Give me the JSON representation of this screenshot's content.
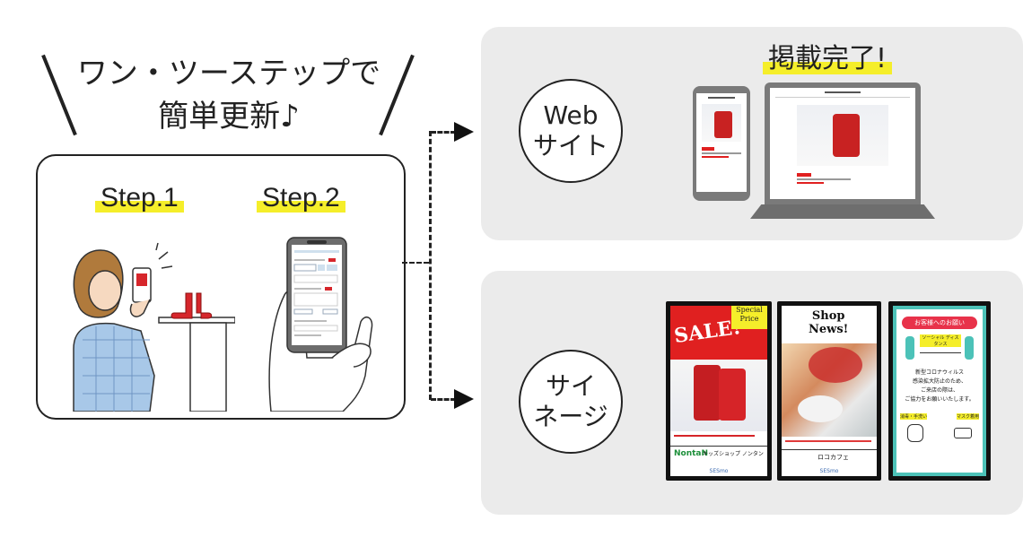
{
  "catchphrase": {
    "line1": "ワン・ツーステップで",
    "line2": "簡単更新♪"
  },
  "steps": [
    {
      "label": "Step.1"
    },
    {
      "label": "Step.2"
    }
  ],
  "web": {
    "done_label": "掲載完了!",
    "circle_line1": "Web",
    "circle_line2": "サイト"
  },
  "signage": {
    "circle_line1": "サイ",
    "circle_line2": "ネージ",
    "sign1": {
      "badge": "SALE!",
      "special": "Special Price",
      "shop": "キッズショップ ノンタン",
      "logo": "NontaN"
    },
    "sign2": {
      "title_line1": "Shop",
      "title_line2": "News!",
      "shop": "ロコカフェ"
    },
    "sign3": {
      "header": "お客様へのお願い",
      "distance_label": "ソーシャル ディスタンス",
      "body": [
        "新型コロナウィルス",
        "感染拡大防止のため、",
        "ご来店の際は、",
        "ご協力をお願いいたします。"
      ],
      "item1": "消毒・手洗い",
      "item2": "マスク着用"
    },
    "footer": "SESmo"
  },
  "colors": {
    "highlight": "#f5ee2a",
    "panel": "#ebebeb",
    "red": "#e02020",
    "teal": "#4cc2b8"
  }
}
